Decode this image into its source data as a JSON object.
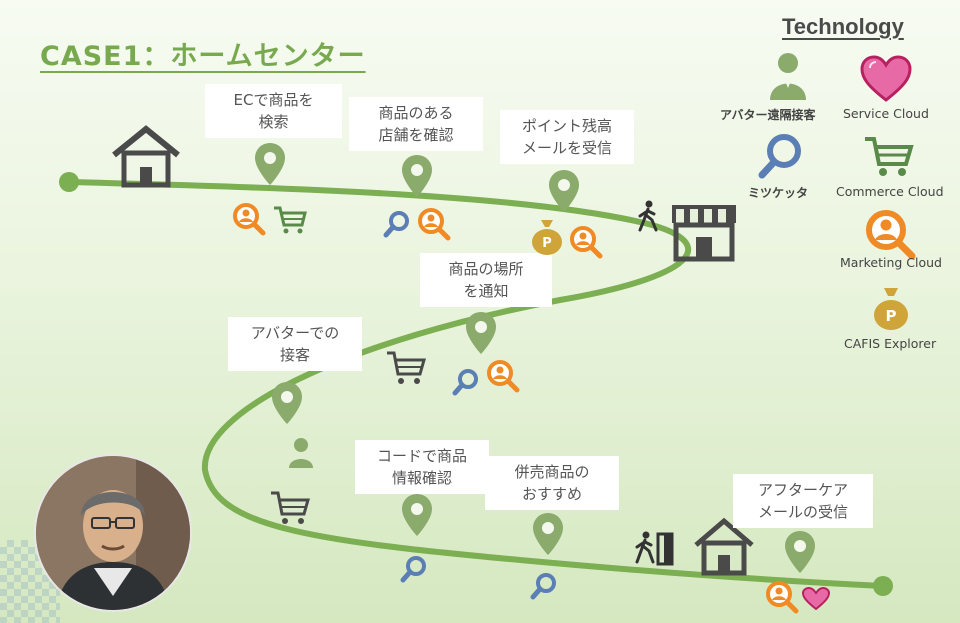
{
  "title": "CASE1：ホームセンター",
  "technology": {
    "heading": "Technology",
    "items": [
      {
        "label": "アバター遠隔接客",
        "icon": "person-avatar-icon"
      },
      {
        "label": "Service Cloud",
        "icon": "heart-icon"
      },
      {
        "label": "ミツケッタ",
        "icon": "magnifier-icon"
      },
      {
        "label": "Commerce Cloud",
        "icon": "shopping-cart-icon"
      },
      {
        "label": "Marketing Cloud",
        "icon": "person-search-icon"
      },
      {
        "label": "CAFIS Explorer",
        "icon": "money-bag-icon"
      }
    ]
  },
  "steps": [
    {
      "label": "ECで商品を\n検索"
    },
    {
      "label": "商品のある\n店舗を確認"
    },
    {
      "label": "ポイント残高\nメールを受信"
    },
    {
      "label": "商品の場所\nを通知"
    },
    {
      "label": "アバターでの\n接客"
    },
    {
      "label": "コードで商品\n情報確認"
    },
    {
      "label": "併売商品の\nおすすめ"
    },
    {
      "label": "アフターケア\nメールの受信"
    }
  ],
  "colors": {
    "path": "#7cae52",
    "pin": "#8aab6b",
    "marketing": "#f08a24",
    "search": "#5b7fb5",
    "heart": "#d9327a",
    "cart": "#5a8a4a",
    "coin": "#cfa53a",
    "house": "#4a4a4a",
    "title": "#78a94f"
  }
}
